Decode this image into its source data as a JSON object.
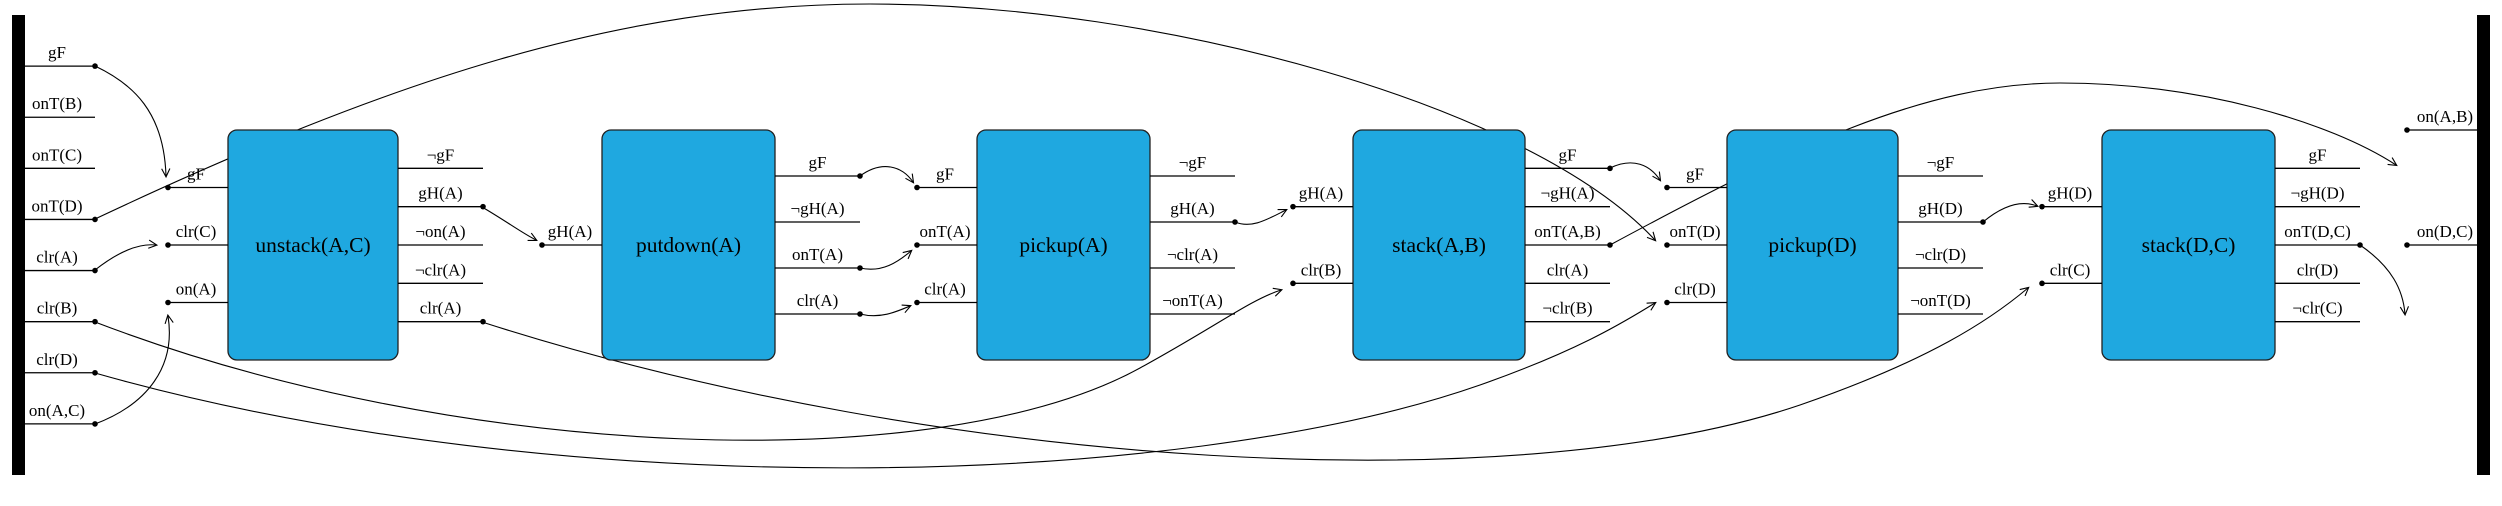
{
  "diagram": {
    "type": "partial-order-plan-circuit",
    "colors": {
      "background": "#ffffff",
      "action_box_fill": "#1FA8E0",
      "action_box_border": "#222222",
      "wire": "#000000",
      "state_bar": "#000000",
      "label_text": "#000000"
    },
    "initial_state": {
      "name": "initial-state-bar",
      "pins": [
        {
          "label": "gF",
          "dot": true
        },
        {
          "label": "onT(B)",
          "dot": false
        },
        {
          "label": "onT(C)",
          "dot": false
        },
        {
          "label": "onT(D)",
          "dot": true
        },
        {
          "label": "clr(A)",
          "dot": true
        },
        {
          "label": "clr(B)",
          "dot": true
        },
        {
          "label": "clr(D)",
          "dot": true
        },
        {
          "label": "on(A,C)",
          "dot": true
        }
      ]
    },
    "goal_state": {
      "name": "goal-state-bar",
      "pins": [
        {
          "label": "on(A,B)",
          "dot": true
        },
        {
          "label": "on(D,C)",
          "dot": true
        }
      ]
    },
    "actions": [
      {
        "name": "unstack(A,C)",
        "inputs": [
          {
            "label": "gF",
            "dot": true
          },
          {
            "label": "clr(C)",
            "dot": true
          },
          {
            "label": "on(A)",
            "dot": true
          }
        ],
        "outputs": [
          {
            "label": "¬gF",
            "dot": false
          },
          {
            "label": "gH(A)",
            "dot": true
          },
          {
            "label": "¬on(A)",
            "dot": false
          },
          {
            "label": "¬clr(A)",
            "dot": false
          },
          {
            "label": "clr(A)",
            "dot": true
          }
        ]
      },
      {
        "name": "putdown(A)",
        "inputs": [
          {
            "label": "gH(A)",
            "dot": true
          }
        ],
        "outputs": [
          {
            "label": "gF",
            "dot": true
          },
          {
            "label": "¬gH(A)",
            "dot": false
          },
          {
            "label": "onT(A)",
            "dot": true
          },
          {
            "label": "clr(A)",
            "dot": true
          }
        ]
      },
      {
        "name": "pickup(A)",
        "inputs": [
          {
            "label": "gF",
            "dot": true
          },
          {
            "label": "onT(A)",
            "dot": true
          },
          {
            "label": "clr(A)",
            "dot": true
          }
        ],
        "outputs": [
          {
            "label": "¬gF",
            "dot": false
          },
          {
            "label": "gH(A)",
            "dot": true
          },
          {
            "label": "¬clr(A)",
            "dot": false
          },
          {
            "label": "¬onT(A)",
            "dot": false
          }
        ]
      },
      {
        "name": "stack(A,B)",
        "inputs": [
          {
            "label": "gH(A)",
            "dot": true
          },
          {
            "label": "clr(B)",
            "dot": true
          }
        ],
        "outputs": [
          {
            "label": "gF",
            "dot": true
          },
          {
            "label": "¬gH(A)",
            "dot": false
          },
          {
            "label": "onT(A,B)",
            "dot": true
          },
          {
            "label": "clr(A)",
            "dot": false
          },
          {
            "label": "¬clr(B)",
            "dot": false
          }
        ]
      },
      {
        "name": "pickup(D)",
        "inputs": [
          {
            "label": "gF",
            "dot": true
          },
          {
            "label": "onT(D)",
            "dot": true
          },
          {
            "label": "clr(D)",
            "dot": true
          }
        ],
        "outputs": [
          {
            "label": "¬gF",
            "dot": false
          },
          {
            "label": "gH(D)",
            "dot": true
          },
          {
            "label": "¬clr(D)",
            "dot": false
          },
          {
            "label": "¬onT(D)",
            "dot": false
          }
        ]
      },
      {
        "name": "stack(D,C)",
        "inputs": [
          {
            "label": "gH(D)",
            "dot": true
          },
          {
            "label": "clr(C)",
            "dot": true
          }
        ],
        "outputs": [
          {
            "label": "gF",
            "dot": false
          },
          {
            "label": "¬gH(D)",
            "dot": false
          },
          {
            "label": "onT(D,C)",
            "dot": true
          },
          {
            "label": "clr(D)",
            "dot": false
          },
          {
            "label": "¬clr(C)",
            "dot": false
          }
        ]
      }
    ],
    "edges": [
      {
        "from": "initial.gF",
        "to": "unstack(A,C).gF"
      },
      {
        "from": "initial.clr(A)",
        "to": "unstack(A,C).clr(C)"
      },
      {
        "from": "initial.on(A,C)",
        "to": "unstack(A,C).on(A)"
      },
      {
        "from": "initial.onT(D)",
        "to": "pickup(D).onT(D)"
      },
      {
        "from": "initial.clr(B)",
        "to": "stack(A,B).clr(B)"
      },
      {
        "from": "initial.clr(D)",
        "to": "pickup(D).clr(D)"
      },
      {
        "from": "unstack(A,C).gH(A)",
        "to": "putdown(A).gH(A)"
      },
      {
        "from": "unstack(A,C).clr(A)",
        "to": "stack(D,C).clr(C)"
      },
      {
        "from": "putdown(A).gF",
        "to": "pickup(A).gF"
      },
      {
        "from": "putdown(A).onT(A)",
        "to": "pickup(A).onT(A)"
      },
      {
        "from": "putdown(A).clr(A)",
        "to": "pickup(A).clr(A)"
      },
      {
        "from": "pickup(A).gH(A)",
        "to": "stack(A,B).gH(A)"
      },
      {
        "from": "stack(A,B).gF",
        "to": "pickup(D).gF"
      },
      {
        "from": "stack(A,B).onT(A,B)",
        "to": "goal.on(A,B)"
      },
      {
        "from": "pickup(D).gH(D)",
        "to": "stack(D,C).gH(D)"
      },
      {
        "from": "stack(D,C).onT(D,C)",
        "to": "goal.on(D,C)"
      }
    ]
  }
}
